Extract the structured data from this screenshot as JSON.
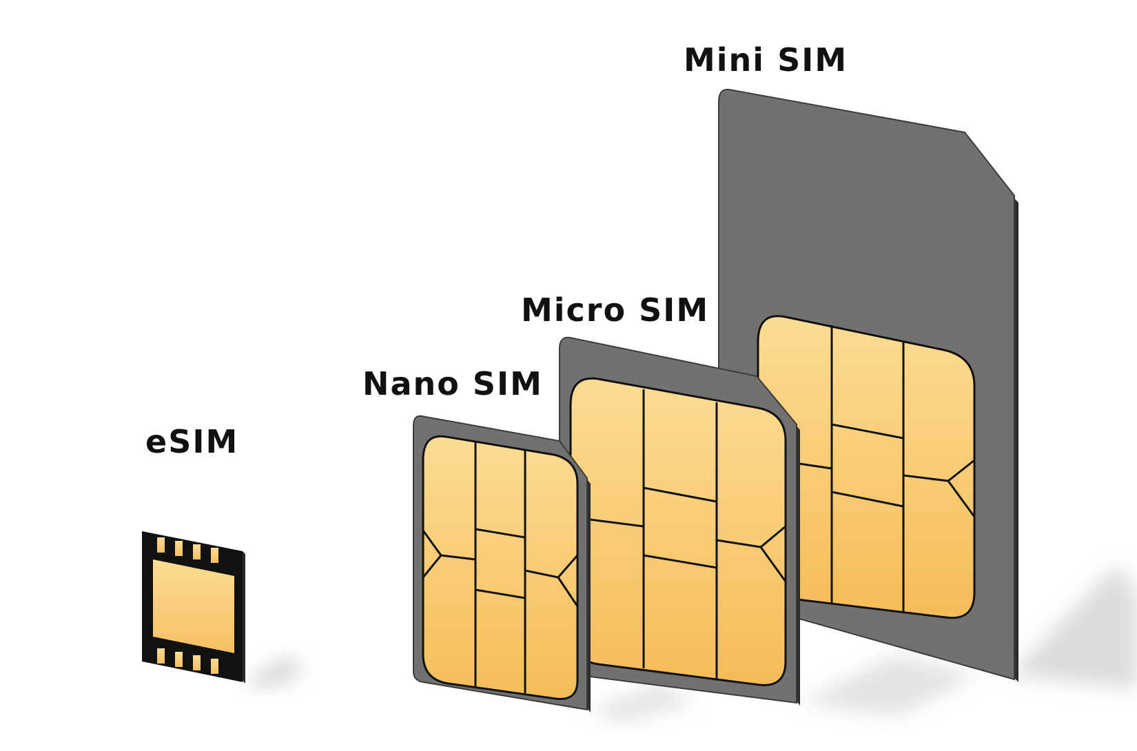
{
  "labels": {
    "esim": "eSIM",
    "nano": "Nano SIM",
    "micro": "Micro SIM",
    "mini": "Mini SIM"
  },
  "colors": {
    "background": "#ffffff",
    "card_body": "#706d6d",
    "card_edge": "#3a3838",
    "chip_gold_light": "#fbd98f",
    "chip_gold_dark": "#f5bb55",
    "chip_line": "#111111",
    "text": "#111111"
  }
}
